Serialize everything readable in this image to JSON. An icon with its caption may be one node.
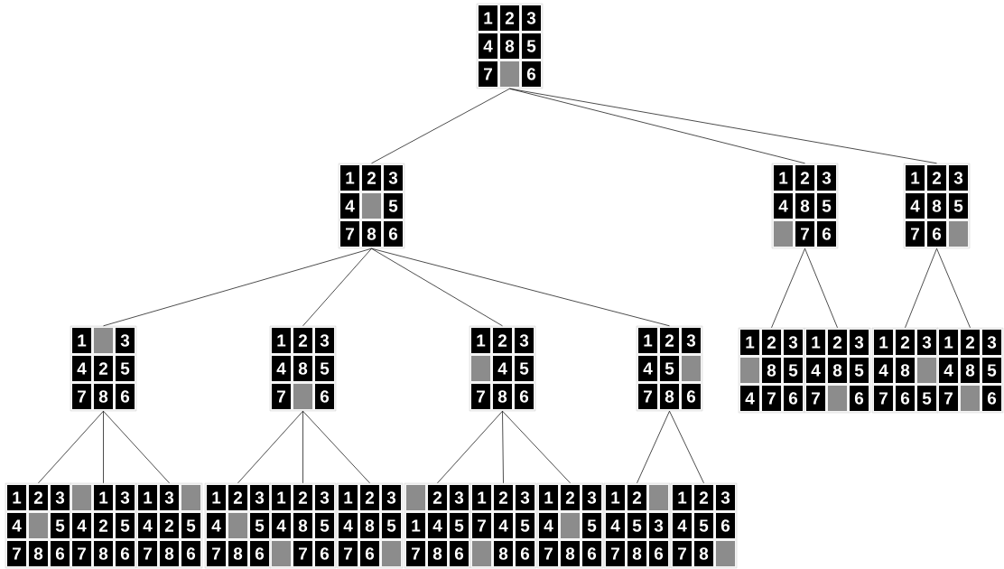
{
  "diagram": {
    "nodes": [
      {
        "text": [],
        "shape": "box"
      },
      {
        "text": [
          "1"
        ],
        "in": 0
      },
      {
        "text": [
          "2"
        ],
        "in": 0
      },
      {
        "text": [
          "3"
        ],
        "in": 0
      },
      {
        "text": [
          "4"
        ],
        "in": 0
      },
      {
        "text": [
          "8"
        ],
        "in": 0
      },
      {
        "text": [
          "5"
        ],
        "in": 0
      },
      {
        "text": [
          "7"
        ],
        "in": 0
      },
      {
        "text": [],
        "shape": "box",
        "in": 0
      },
      {
        "text": [
          "6"
        ],
        "in": 0
      },
      {
        "text": [],
        "shape": "box"
      },
      {
        "text": [
          "1"
        ],
        "in": 10
      },
      {
        "text": [
          "2"
        ],
        "in": 10
      },
      {
        "text": [
          "3"
        ],
        "in": 10
      },
      {
        "text": [
          "4"
        ],
        "in": 10
      },
      {
        "text": [],
        "shape": "box",
        "in": 10
      },
      {
        "text": [
          "5"
        ],
        "in": 10
      },
      {
        "text": [
          "7"
        ],
        "in": 10
      },
      {
        "text": [
          "8"
        ],
        "in": 10
      },
      {
        "text": [
          "6"
        ],
        "in": 10
      },
      {
        "text": [],
        "shape": "box"
      },
      {
        "text": [
          "1"
        ],
        "in": 20
      },
      {
        "text": [
          "2"
        ],
        "in": 20
      },
      {
        "text": [
          "3"
        ],
        "in": 20
      },
      {
        "text": [
          "4"
        ],
        "in": 20
      },
      {
        "text": [
          "8"
        ],
        "in": 20
      },
      {
        "text": [
          "5"
        ],
        "in": 20
      },
      {
        "text": [],
        "shape": "box",
        "in": 20
      },
      {
        "text": [
          "7"
        ],
        "in": 20
      },
      {
        "text": [
          "6"
        ],
        "in": 20
      },
      {
        "text": [],
        "shape": "box"
      },
      {
        "text": [
          "1"
        ],
        "in": 30
      },
      {
        "text": [
          "2"
        ],
        "in": 30
      },
      {
        "text": [
          "3"
        ],
        "in": 30
      },
      {
        "text": [
          "4"
        ],
        "in": 30
      },
      {
        "text": [
          "8"
        ],
        "in": 30
      },
      {
        "text": [
          "5"
        ],
        "in": 30
      },
      {
        "text": [
          "7"
        ],
        "in": 30
      },
      {
        "text": [
          "6"
        ],
        "in": 30
      },
      {
        "text": [],
        "shape": "box",
        "in": 30
      },
      {
        "text": [],
        "shape": "box"
      },
      {
        "text": [
          "1"
        ],
        "in": 40
      },
      {
        "text": [],
        "shape": "box",
        "in": 40
      },
      {
        "text": [
          "3"
        ],
        "in": 40
      },
      {
        "text": [
          "4"
        ],
        "in": 40
      },
      {
        "text": [
          "2"
        ],
        "in": 40
      },
      {
        "text": [
          "5"
        ],
        "in": 40
      },
      {
        "text": [
          "7"
        ],
        "in": 40
      },
      {
        "text": [
          "8"
        ],
        "in": 40
      },
      {
        "text": [
          "6"
        ],
        "in": 40
      },
      {
        "text": [],
        "shape": "box"
      },
      {
        "text": [
          "1"
        ],
        "in": 50
      },
      {
        "text": [
          "2"
        ],
        "in": 50
      },
      {
        "text": [
          "3"
        ],
        "in": 50
      },
      {
        "text": [
          "4"
        ],
        "in": 50
      },
      {
        "text": [
          "8"
        ],
        "in": 50
      },
      {
        "text": [
          "5"
        ],
        "in": 50
      },
      {
        "text": [
          "7"
        ],
        "in": 50
      },
      {
        "text": [],
        "shape": "box",
        "in": 50
      },
      {
        "text": [
          "6"
        ],
        "in": 50
      },
      {
        "text": [],
        "shape": "box"
      },
      {
        "text": [
          "1"
        ],
        "in": 60
      },
      {
        "text": [
          "2"
        ],
        "in": 60
      },
      {
        "text": [
          "3"
        ],
        "in": 60
      },
      {
        "text": [],
        "shape": "box",
        "in": 60
      },
      {
        "text": [
          "4"
        ],
        "in": 60
      },
      {
        "text": [
          "5"
        ],
        "in": 60
      },
      {
        "text": [
          "7"
        ],
        "in": 60
      },
      {
        "text": [
          "8"
        ],
        "in": 60
      },
      {
        "text": [
          "6"
        ],
        "in": 60
      },
      {
        "text": [],
        "shape": "box"
      },
      {
        "text": [
          "1"
        ],
        "in": 70
      },
      {
        "text": [
          "2"
        ],
        "in": 70
      },
      {
        "text": [
          "3"
        ],
        "in": 70
      },
      {
        "text": [
          "4"
        ],
        "in": 70
      },
      {
        "text": [
          "5"
        ],
        "in": 70
      },
      {
        "text": [],
        "shape": "box",
        "in": 70
      },
      {
        "text": [
          "7"
        ],
        "in": 70
      },
      {
        "text": [
          "8"
        ],
        "in": 70
      },
      {
        "text": [
          "6"
        ],
        "in": 70
      },
      {
        "text": [],
        "shape": "box"
      },
      {
        "text": [
          "1"
        ],
        "in": 80
      },
      {
        "text": [
          "2"
        ],
        "in": 80
      },
      {
        "text": [
          "3"
        ],
        "in": 80
      },
      {
        "text": [],
        "shape": "box",
        "in": 80
      },
      {
        "text": [
          "8"
        ],
        "in": 80
      },
      {
        "text": [
          "5"
        ],
        "in": 80
      },
      {
        "text": [
          "4"
        ],
        "in": 80
      },
      {
        "text": [
          "7"
        ],
        "in": 80
      },
      {
        "text": [
          "6"
        ],
        "in": 80
      },
      {
        "text": [],
        "shape": "box"
      },
      {
        "text": [
          "1"
        ],
        "in": 90
      },
      {
        "text": [
          "2"
        ],
        "in": 90
      },
      {
        "text": [
          "3"
        ],
        "in": 90
      },
      {
        "text": [
          "4"
        ],
        "in": 90
      },
      {
        "text": [
          "8"
        ],
        "in": 90
      },
      {
        "text": [
          "5"
        ],
        "in": 90
      },
      {
        "text": [
          "7"
        ],
        "in": 90
      },
      {
        "text": [],
        "shape": "box",
        "in": 90
      },
      {
        "text": [
          "6"
        ],
        "in": 90
      },
      {
        "text": [],
        "shape": "box"
      },
      {
        "text": [
          "1"
        ],
        "in": 100
      },
      {
        "text": [
          "2"
        ],
        "in": 100
      },
      {
        "text": [
          "3"
        ],
        "in": 100
      },
      {
        "text": [
          "4"
        ],
        "in": 100
      },
      {
        "text": [
          "8"
        ],
        "in": 100
      },
      {
        "text": [],
        "shape": "box",
        "in": 100
      },
      {
        "text": [
          "7"
        ],
        "in": 100
      },
      {
        "text": [
          "6"
        ],
        "in": 100
      },
      {
        "text": [
          "5"
        ],
        "in": 100
      },
      {
        "text": [],
        "shape": "box"
      },
      {
        "text": [
          "1"
        ],
        "in": 110
      },
      {
        "text": [
          "2"
        ],
        "in": 110
      },
      {
        "text": [
          "3"
        ],
        "in": 110
      },
      {
        "text": [
          "4"
        ],
        "in": 110
      },
      {
        "text": [
          "8"
        ],
        "in": 110
      },
      {
        "text": [
          "5"
        ],
        "in": 110
      },
      {
        "text": [
          "7"
        ],
        "in": 110
      },
      {
        "text": [],
        "shape": "box",
        "in": 110
      },
      {
        "text": [
          "6"
        ],
        "in": 110
      },
      {
        "text": [],
        "shape": "box"
      },
      {
        "text": [
          "1"
        ],
        "in": 120
      },
      {
        "text": [
          "2"
        ],
        "in": 120
      },
      {
        "text": [
          "3"
        ],
        "in": 120
      },
      {
        "text": [
          "4"
        ],
        "in": 120
      },
      {
        "text": [],
        "shape": "box",
        "in": 120
      },
      {
        "text": [
          "5"
        ],
        "in": 120
      },
      {
        "text": [
          "7"
        ],
        "in": 120
      },
      {
        "text": [
          "8"
        ],
        "in": 120
      },
      {
        "text": [
          "6"
        ],
        "in": 120
      },
      {
        "text": [],
        "shape": "box"
      },
      {
        "text": [],
        "shape": "box",
        "in": 130
      },
      {
        "text": [
          "1"
        ],
        "in": 130
      },
      {
        "text": [
          "3"
        ],
        "in": 130
      },
      {
        "text": [
          "4"
        ],
        "in": 130
      },
      {
        "text": [
          "2"
        ],
        "in": 130
      },
      {
        "text": [
          "5"
        ],
        "in": 130
      },
      {
        "text": [
          "7"
        ],
        "in": 130
      },
      {
        "text": [
          "8"
        ],
        "in": 130
      },
      {
        "text": [
          "6"
        ],
        "in": 130
      },
      {
        "text": [],
        "shape": "box"
      },
      {
        "text": [
          "1"
        ],
        "in": 140
      },
      {
        "text": [
          "3"
        ],
        "in": 140
      },
      {
        "text": [],
        "shape": "box",
        "in": 140
      },
      {
        "text": [
          "4"
        ],
        "in": 140
      },
      {
        "text": [
          "2"
        ],
        "in": 140
      },
      {
        "text": [
          "5"
        ],
        "in": 140
      },
      {
        "text": [
          "7"
        ],
        "in": 140
      },
      {
        "text": [
          "8"
        ],
        "in": 140
      },
      {
        "text": [
          "6"
        ],
        "in": 140
      },
      {
        "text": [],
        "shape": "box"
      },
      {
        "text": [
          "1"
        ],
        "in": 150
      },
      {
        "text": [
          "2"
        ],
        "in": 150
      },
      {
        "text": [
          "3"
        ],
        "in": 150
      },
      {
        "text": [
          "4"
        ],
        "in": 150
      },
      {
        "text": [],
        "shape": "box",
        "in": 150
      },
      {
        "text": [
          "5"
        ],
        "in": 150
      },
      {
        "text": [
          "7"
        ],
        "in": 150
      },
      {
        "text": [
          "8"
        ],
        "in": 150
      },
      {
        "text": [
          "6"
        ],
        "in": 150
      },
      {
        "text": [],
        "shape": "box"
      },
      {
        "text": [
          "1"
        ],
        "in": 160
      },
      {
        "text": [
          "2"
        ],
        "in": 160
      },
      {
        "text": [
          "3"
        ],
        "in": 160
      },
      {
        "text": [
          "4"
        ],
        "in": 160
      },
      {
        "text": [
          "8"
        ],
        "in": 160
      },
      {
        "text": [
          "5"
        ],
        "in": 160
      },
      {
        "text": [],
        "shape": "box",
        "in": 160
      },
      {
        "text": [
          "7"
        ],
        "in": 160
      },
      {
        "text": [
          "6"
        ],
        "in": 160
      },
      {
        "text": [],
        "shape": "box"
      },
      {
        "text": [
          "1"
        ],
        "in": 170
      },
      {
        "text": [
          "2"
        ],
        "in": 170
      },
      {
        "text": [
          "3"
        ],
        "in": 170
      },
      {
        "text": [
          "4"
        ],
        "in": 170
      },
      {
        "text": [
          "8"
        ],
        "in": 170
      },
      {
        "text": [
          "5"
        ],
        "in": 170
      },
      {
        "text": [
          "7"
        ],
        "in": 170
      },
      {
        "text": [
          "6"
        ],
        "in": 170
      },
      {
        "text": [],
        "shape": "box",
        "in": 170
      },
      {
        "text": [],
        "shape": "box"
      },
      {
        "text": [],
        "shape": "box",
        "in": 180
      },
      {
        "text": [
          "2"
        ],
        "in": 180
      },
      {
        "text": [
          "3"
        ],
        "in": 180
      },
      {
        "text": [
          "1"
        ],
        "in": 180
      },
      {
        "text": [
          "4"
        ],
        "in": 180
      },
      {
        "text": [
          "5"
        ],
        "in": 180
      },
      {
        "text": [
          "7"
        ],
        "in": 180
      },
      {
        "text": [
          "8"
        ],
        "in": 180
      },
      {
        "text": [
          "6"
        ],
        "in": 180
      },
      {
        "text": [],
        "shape": "box"
      },
      {
        "text": [
          "1"
        ],
        "in": 190
      },
      {
        "text": [
          "2"
        ],
        "in": 190
      },
      {
        "text": [
          "3"
        ],
        "in": 190
      },
      {
        "text": [
          "7"
        ],
        "in": 190
      },
      {
        "text": [
          "4"
        ],
        "in": 190
      },
      {
        "text": [
          "5"
        ],
        "in": 190
      },
      {
        "text": [],
        "shape": "box",
        "in": 190
      },
      {
        "text": [
          "8"
        ],
        "in": 190
      },
      {
        "text": [
          "6"
        ],
        "in": 190
      },
      {
        "text": [],
        "shape": "box"
      },
      {
        "text": [
          "1"
        ],
        "in": 200
      },
      {
        "text": [
          "2"
        ],
        "in": 200
      },
      {
        "text": [
          "3"
        ],
        "in": 200
      },
      {
        "text": [
          "4"
        ],
        "in": 200
      },
      {
        "text": [],
        "shape": "box",
        "in": 200
      },
      {
        "text": [
          "5"
        ],
        "in": 200
      },
      {
        "text": [
          "7"
        ],
        "in": 200
      },
      {
        "text": [
          "8"
        ],
        "in": 200
      },
      {
        "text": [
          "6"
        ],
        "in": 200
      },
      {
        "text": [],
        "shape": "box"
      },
      {
        "text": [
          "1"
        ],
        "in": 210
      },
      {
        "text": [
          "2"
        ],
        "in": 210
      },
      {
        "text": [],
        "shape": "box",
        "in": 210
      },
      {
        "text": [
          "4"
        ],
        "in": 210
      },
      {
        "text": [
          "5"
        ],
        "in": 210
      },
      {
        "text": [
          "3"
        ],
        "in": 210
      },
      {
        "text": [
          "7"
        ],
        "in": 210
      },
      {
        "text": [
          "8"
        ],
        "in": 210
      },
      {
        "text": [
          "6"
        ],
        "in": 210
      },
      {
        "text": [],
        "shape": "box"
      },
      {
        "text": [
          "1"
        ],
        "in": 220
      },
      {
        "text": [
          "2"
        ],
        "in": 220
      },
      {
        "text": [
          "3"
        ],
        "in": 220
      },
      {
        "text": [
          "4"
        ],
        "in": 220
      },
      {
        "text": [
          "5"
        ],
        "in": 220
      },
      {
        "text": [
          "6"
        ],
        "in": 220
      },
      {
        "text": [
          "7"
        ],
        "in": 220
      },
      {
        "text": [
          "8"
        ],
        "in": 220
      },
      {
        "text": [],
        "shape": "box",
        "in": 220
      }
    ],
    "edges": [
      {
        "from": 0,
        "to": 10,
        "arrow": "none"
      },
      {
        "from": 0,
        "to": 20,
        "arrow": "none"
      },
      {
        "from": 0,
        "to": 30,
        "arrow": "none"
      },
      {
        "from": 10,
        "to": 40,
        "arrow": "none"
      },
      {
        "from": 10,
        "to": 50,
        "arrow": "none"
      },
      {
        "from": 10,
        "to": 60,
        "arrow": "none"
      },
      {
        "from": 10,
        "to": 70,
        "arrow": "none"
      },
      {
        "from": 20,
        "to": 80,
        "arrow": "none"
      },
      {
        "from": 20,
        "to": 90,
        "arrow": "none"
      },
      {
        "from": 30,
        "to": 100,
        "arrow": "none"
      },
      {
        "from": 30,
        "to": 110,
        "arrow": "none"
      },
      {
        "from": 40,
        "to": 120,
        "arrow": "none"
      },
      {
        "from": 40,
        "to": 130,
        "arrow": "none"
      },
      {
        "from": 40,
        "to": 140,
        "arrow": "none"
      },
      {
        "from": 50,
        "to": 150,
        "arrow": "none"
      },
      {
        "from": 50,
        "to": 160,
        "arrow": "none"
      },
      {
        "from": 50,
        "to": 170,
        "arrow": "none"
      },
      {
        "from": 60,
        "to": 180,
        "arrow": "none"
      },
      {
        "from": 60,
        "to": 190,
        "arrow": "none"
      },
      {
        "from": 60,
        "to": 200,
        "arrow": "none"
      },
      {
        "from": 70,
        "to": 210,
        "arrow": "none"
      },
      {
        "from": 70,
        "to": 220,
        "arrow": "none"
      }
    ]
  }
}
